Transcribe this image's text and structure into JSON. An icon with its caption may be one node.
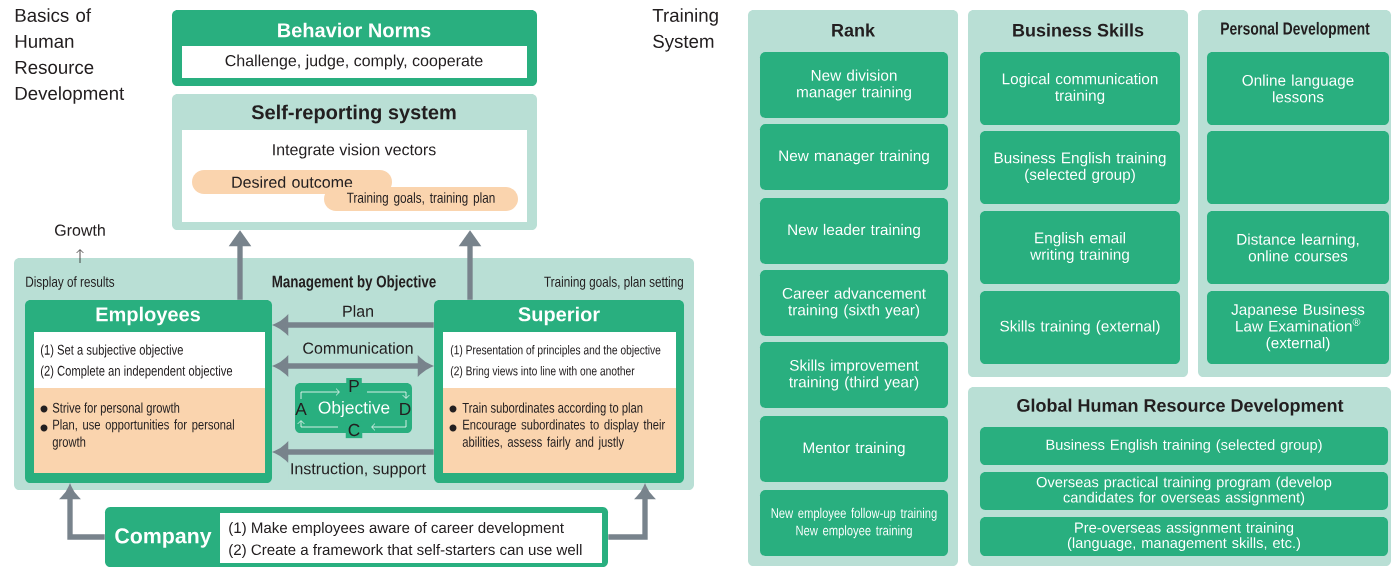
{
  "diagram": {
    "nodes": [
      {
        "text": [
          "Behavior Norms",
          "Challenge, judge, comply, cooperate"
        ]
      },
      {
        "text": [
          "Self-reporting system",
          "Integrate vision vectors"
        ]
      },
      {
        "text": [
          "Desired outcome"
        ],
        "in": 1
      },
      {
        "text": [
          "Training goals, training plan"
        ],
        "in": 1
      },
      {
        "text": [
          "Display of results",
          "Management by Objective",
          "Training goals, plan setting"
        ]
      },
      {
        "text": [
          "Employees",
          "(1) Set a subjective objective",
          "(2) Complete an independent objective",
          "Strive for personal growth",
          "Plan, use opportunities for personal growth"
        ],
        "in": 4
      },
      {
        "text": [
          "Superior",
          "(1) Presentation of principles and the objective",
          "(2) Bring views into line with one another",
          "Train subordinates according to plan",
          "Encourage subordinates to display their abilities, assess fairly and justly"
        ],
        "in": 4
      },
      {
        "text": [
          "P",
          "A",
          "Objective",
          "D",
          "C"
        ],
        "in": 4
      },
      {
        "text": [
          "Company",
          "(1) Make employees aware of career development",
          "(2) Create a framework that self-starters can use well"
        ]
      },
      {
        "text": [
          "Rank"
        ]
      },
      {
        "text": [
          "New division manager training"
        ],
        "in": 9
      },
      {
        "text": [
          "New manager training"
        ],
        "in": 9
      },
      {
        "text": [
          "New leader training"
        ],
        "in": 9
      },
      {
        "text": [
          "Career advancement training (sixth year)"
        ],
        "in": 9
      },
      {
        "text": [
          "Skills improvement training (third year)"
        ],
        "in": 9
      },
      {
        "text": [
          "Mentor training"
        ],
        "in": 9
      },
      {
        "text": [
          "New employee follow-up training",
          "New employee training"
        ],
        "in": 9
      },
      {
        "text": [
          "Business Skills"
        ]
      },
      {
        "text": [
          "Logical communication training"
        ],
        "in": 17
      },
      {
        "text": [
          "Business English training (selected group)"
        ],
        "in": 17
      },
      {
        "text": [
          "English email writing training"
        ],
        "in": 17
      },
      {
        "text": [
          "Skills training (external)"
        ],
        "in": 17
      },
      {
        "text": [
          "Personal Development"
        ]
      },
      {
        "text": [
          "Online language lessons"
        ],
        "in": 22
      },
      {
        "text": [],
        "shape": "box",
        "in": 22
      },
      {
        "text": [
          "Distance learning, online courses"
        ],
        "in": 22
      },
      {
        "text": [
          "Japanese Business Law Examination$^{®}$ (external)"
        ],
        "in": 22
      },
      {
        "text": [
          "Global Human Resource Development"
        ]
      },
      {
        "text": [
          "Business English training (selected group)"
        ],
        "in": 27
      },
      {
        "text": [
          "Overseas practical training program (develop candidates for overseas assignment)"
        ],
        "in": 27
      },
      {
        "text": [
          "Pre-overseas assignment training (language, management skills, etc.)"
        ],
        "in": 27
      }
    ],
    "edges": [
      {
        "from": 5,
        "to": 1,
        "arrow": "to"
      },
      {
        "from": 6,
        "to": 1,
        "arrow": "to"
      },
      {
        "from": 6,
        "to": 5,
        "arrow": "to",
        "label": "Plan"
      },
      {
        "from": 5,
        "to": 6,
        "arrow": "both",
        "label": "Communication"
      },
      {
        "from": 6,
        "to": 5,
        "arrow": "to",
        "label": "Instruction, support"
      },
      {
        "from": 8,
        "to": 5,
        "arrow": "to"
      },
      {
        "from": 8,
        "to": 6,
        "arrow": "to"
      }
    ],
    "labels": [
      "Basics of Human Resource Development",
      "Training System",
      "Growth"
    ]
  }
}
